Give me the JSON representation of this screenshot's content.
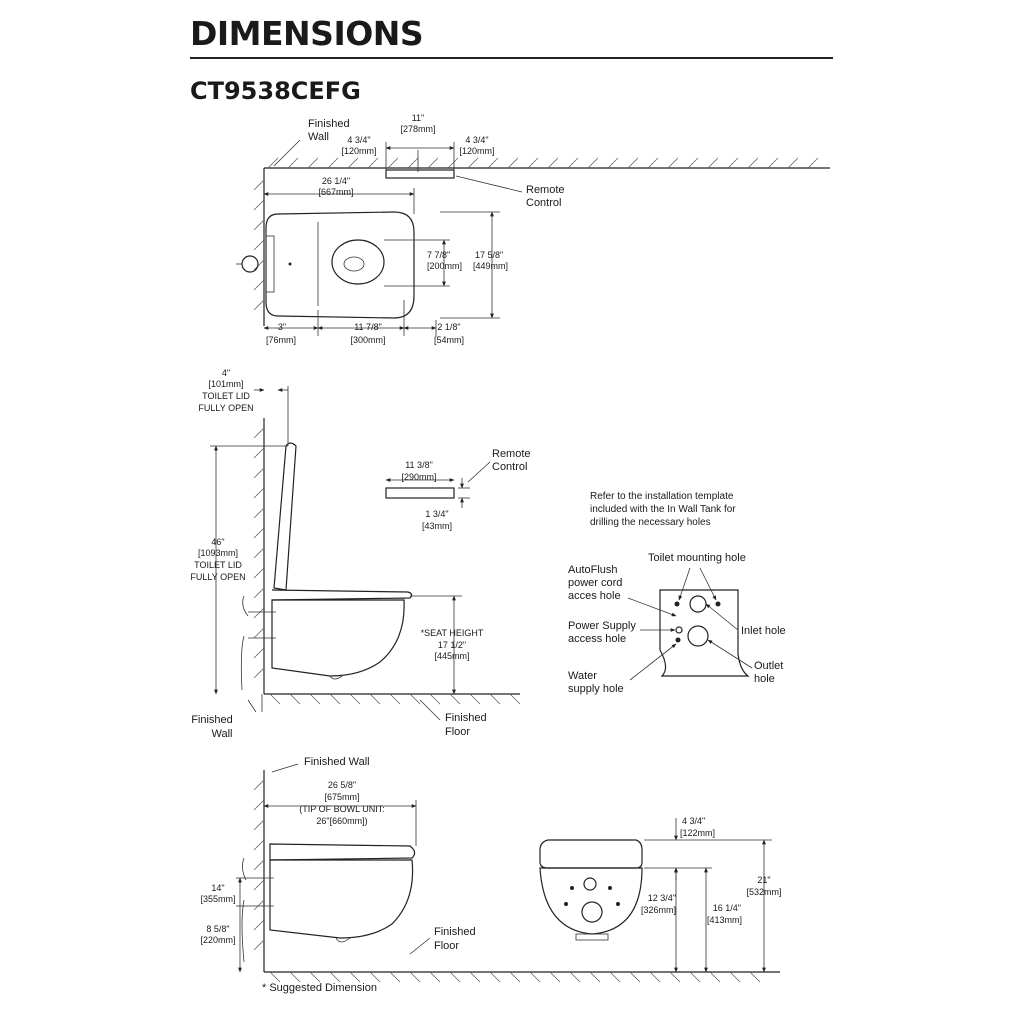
{
  "header": {
    "title": "DIMENSIONS",
    "model": "CT9538CEFG"
  },
  "top_view": {
    "finished_wall": [
      "Finished",
      "Wall"
    ],
    "width_11": [
      "11\"",
      "[278mm]"
    ],
    "left_4_3_4": [
      "4 3/4\"",
      "[120mm]"
    ],
    "right_4_3_4": [
      "4 3/4\"",
      "[120mm]"
    ],
    "remote_control": [
      "Remote",
      "Control"
    ],
    "length_26_1_4": [
      "26 1/4\"",
      "[667mm]"
    ],
    "d_7_7_8": [
      "7 7/8\"",
      "[200mm]"
    ],
    "d_17_5_8": [
      "17 5/8\"",
      "[449mm]"
    ],
    "d_3": [
      "3\"",
      "[76mm]"
    ],
    "d_11_7_8": [
      "11 7/8\"",
      "[300mm]"
    ],
    "d_2_1_8": [
      "2 1/8\"",
      "[54mm]"
    ]
  },
  "side_view": {
    "lid_open_offset": [
      "4\"",
      "[101mm]",
      "TOILET LID",
      "FULLY OPEN"
    ],
    "lid_height": [
      "46\"",
      "[1093mm]",
      "TOILET LID",
      "FULLY OPEN"
    ],
    "remote_control": [
      "Remote",
      "Control"
    ],
    "remote_width": [
      "11 3/8\"",
      "[290mm]"
    ],
    "remote_thickness": [
      "1 3/4\"",
      "[43mm]"
    ],
    "seat_height": [
      "*SEAT HEIGHT",
      "17 1/2\"",
      "[445mm]"
    ],
    "finished_wall": [
      "Finished",
      "Wall"
    ],
    "finished_floor": [
      "Finished",
      "Floor"
    ]
  },
  "template": {
    "note": [
      "Refer to the installation template",
      "included with the In Wall Tank for",
      "drilling the necessary holes"
    ],
    "toilet_mounting_hole": "Toilet mounting hole",
    "autoflush": [
      "AutoFlush",
      "power cord",
      "acces hole"
    ],
    "power_supply": [
      "Power Supply",
      "access hole"
    ],
    "water_supply": [
      "Water",
      "supply hole"
    ],
    "inlet_hole": "Inlet hole",
    "outlet_hole": [
      "Outlet",
      "hole"
    ]
  },
  "bottom_side": {
    "finished_wall": "Finished Wall",
    "depth": [
      "26 5/8\"",
      "[675mm]",
      "(TIP OF BOWL UNIT:",
      "26\"[660mm])"
    ],
    "d_14": [
      "14\"",
      "[355mm]"
    ],
    "d_8_5_8": [
      "8 5/8\"",
      "[220mm]"
    ],
    "finished_floor": [
      "Finished",
      "Floor"
    ]
  },
  "front_view": {
    "d_4_3_4": [
      "4 3/4\"",
      "[122mm]"
    ],
    "d_12_3_4": [
      "12 3/4\"",
      "[326mm]"
    ],
    "d_16_1_4": [
      "16 1/4\"",
      "[413mm]"
    ],
    "d_21": [
      "21\"",
      "[532mm]"
    ]
  },
  "footnote": "* Suggested Dimension"
}
